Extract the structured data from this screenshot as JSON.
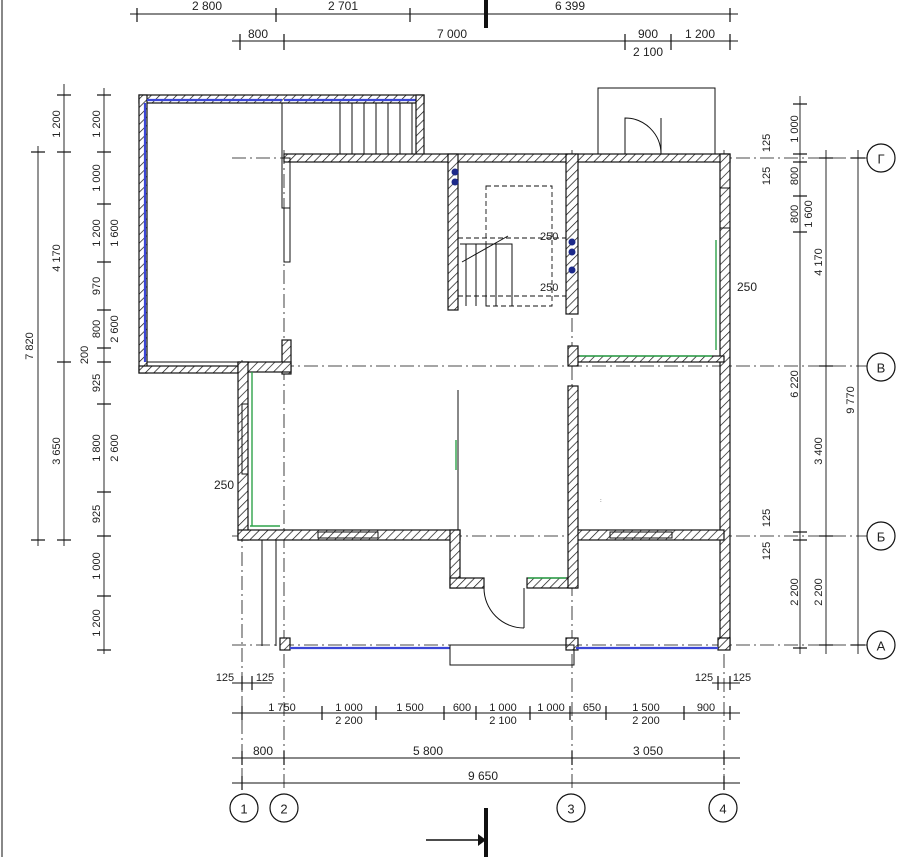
{
  "top_dims_row1": [
    "2 800",
    "2 701",
    "6 399"
  ],
  "top_dims_row2": [
    "800",
    "7 000",
    "900",
    "1 200"
  ],
  "top_dims_row2_sub": "2 100",
  "bottom_dims_row1": [
    "1 750",
    "1 000",
    "1 500",
    "600",
    "1 000",
    "1 000",
    "650",
    "1 500",
    "900"
  ],
  "bottom_dims_row1_sub": [
    "2 200",
    "2 100",
    "2 200"
  ],
  "bottom_dims_row2": [
    "800",
    "5 800",
    "3 050"
  ],
  "bottom_dims_total": "9 650",
  "small_125": [
    "125",
    "125",
    "125",
    "125"
  ],
  "left_dims_inner": [
    "1 200",
    "1 000",
    "1 200",
    "970",
    "800",
    "200",
    "925",
    "1 800",
    "925",
    "1 000",
    "1 200"
  ],
  "left_dims_inner_sub": [
    "1 600",
    "2 600",
    "2 600"
  ],
  "left_dims_mid": [
    "4 170",
    "3 650"
  ],
  "left_dims_total": "7 820",
  "right_dims_inner": [
    "1 000",
    "800",
    "800",
    "125",
    "125",
    "125",
    "125"
  ],
  "right_dims_inner_sub": [
    "1 600"
  ],
  "right_dims_a": [
    "4 170",
    "3 400",
    "2 200"
  ],
  "right_dims_b": [
    "6 220",
    "2 200"
  ],
  "right_dims_total": "9 770",
  "wall_labels": [
    "250",
    "250",
    "250",
    "250"
  ],
  "stair_labels": [
    "250",
    "250"
  ],
  "axes_horizontal": [
    "Г",
    "В",
    "Б",
    "А"
  ],
  "axes_vertical": [
    "1",
    "2",
    "3",
    "4"
  ]
}
